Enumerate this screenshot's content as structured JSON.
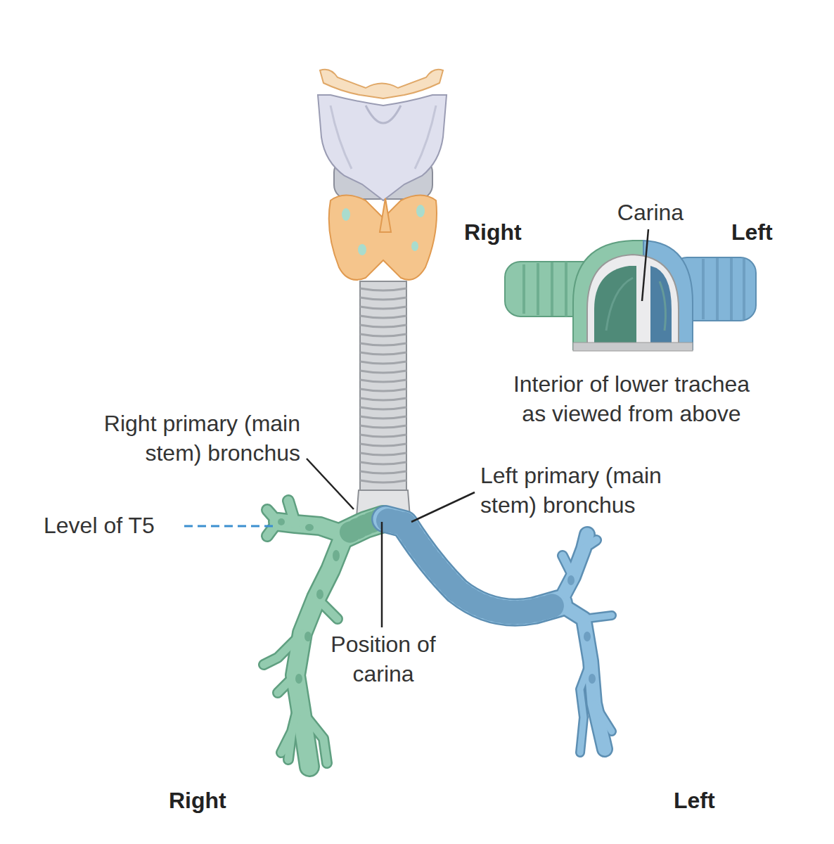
{
  "diagram": {
    "labels": [
      "Carina",
      "Right",
      "Left",
      "Interior of lower trachea as viewed from above",
      "Right primary (main stem) bronchus",
      "Left primary (main stem) bronchus",
      "Level of T5",
      "Position of carina",
      "Right",
      "Left"
    ]
  }
}
